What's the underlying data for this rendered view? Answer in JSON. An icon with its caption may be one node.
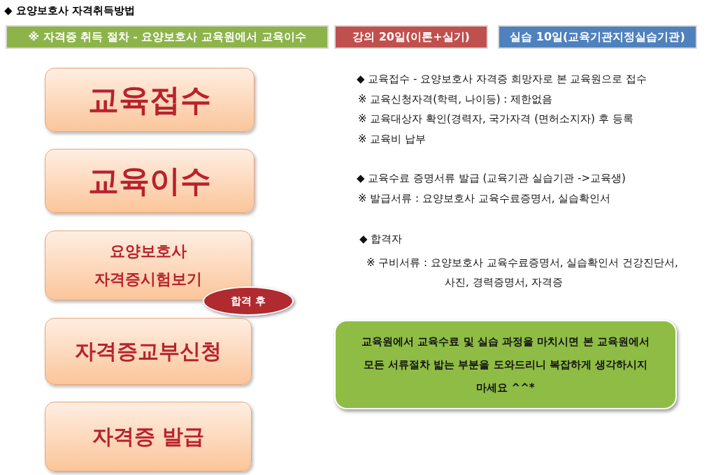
{
  "diagram": {
    "title": "◆ 요양보호사 자격취득방법",
    "nodes": [
      {
        "text": [
          "※ 자격증 취득 절차 - 요양보호사 교육원에서 교육이수"
        ]
      },
      {
        "text": [
          "강의 20일(이론+실기)"
        ]
      },
      {
        "text": [
          "실습 10일(교육기관지정실습기관)"
        ]
      },
      {
        "text": [
          "교육접수"
        ]
      },
      {
        "text": [
          "교육이수"
        ]
      },
      {
        "text": [
          "요양보호사 자격증시험보기"
        ]
      },
      {
        "text": [
          "자격증교부신청"
        ]
      },
      {
        "text": [
          "합격 후"
        ]
      },
      {
        "text": [
          "자격증 발급"
        ]
      },
      {
        "text": [
          "교육원에서 교육수료 및 실습 과정을 마치시면 본 교육원에서 모든 서류절차 밟는 부분을 도와드리니 복잡하게 생각하시지 마세요 ^^*"
        ]
      }
    ],
    "edges": [],
    "labels": [
      "◆ 교육접수 - 요양보호사 자격증 희망자로 본 교육원으로 접수",
      "※ 교육신청자격(학력, 나이등) : 제한없음",
      "※ 교육대상자 확인(경력자, 국가자격 (면허소지자) 후 등록",
      "※ 교육비 납부",
      "◆ 교육수료 증명서류 발급 (교육기관 실습기관 ->교육생)",
      "※ 발급서류 : 요양보호사 교육수료증명서, 실습확인서",
      "◆ 합격자",
      "※ 구비서류 : 요양보호사 교육수료증명서, 실습확인서 건강진단서,사진, 경력증명서, 자격증"
    ]
  }
}
